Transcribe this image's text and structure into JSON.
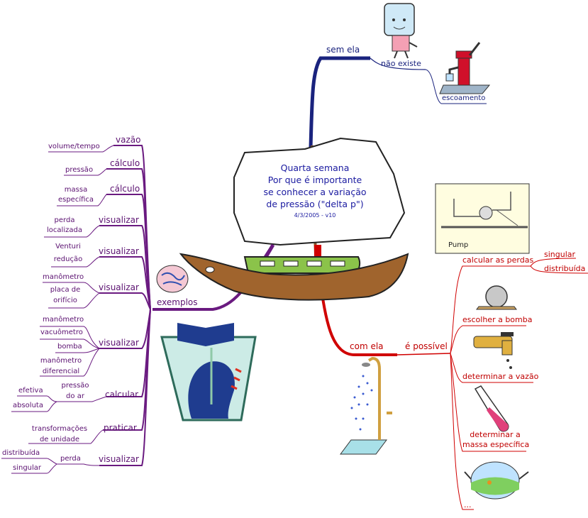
{
  "central": {
    "lines": [
      "Quarta semana",
      "Por que é importante",
      "se conhecer a variação",
      "de pressão (\"delta p\")"
    ],
    "version": "4/3/2005 - v10"
  },
  "sem_ela": {
    "label": "sem ela",
    "nao_existe": "não existe",
    "escoamento": "escoamento"
  },
  "com_ela": {
    "label": "com ela",
    "possivel": "é possível",
    "calcular_perdas": "calcular as perdas",
    "singular": "singular",
    "distribuida": "distribuída",
    "escolher_bomba": "escolher a bomba",
    "determinar_vazao": "determinar a vazão",
    "determinar_massa_1": "determinar a",
    "determinar_massa_2": "massa específica",
    "ellipsis": "...",
    "pump_label": "Pump"
  },
  "exemplos": {
    "label": "exemplos",
    "vazao": "vazão",
    "volume_tempo": "volume/tempo",
    "calculo_1": "cálculo",
    "pressao": "pressão",
    "calculo_2": "cálculo",
    "massa": "massa",
    "especifica": "específica",
    "visualizar_1": "visualizar",
    "perda": "perda",
    "localizada": "localizada",
    "visualizar_2": "visualizar",
    "venturi": "Venturi",
    "reducao": "redução",
    "visualizar_3": "visualizar",
    "manometro_1": "manômetro",
    "placa_de": "placa de",
    "orificio": "orifício",
    "visualizar_4": "visualizar",
    "manometro_2": "manômetro",
    "vacuometro": "vacuômetro",
    "bomba": "bomba",
    "manometro_dif_1": "manômetro",
    "manometro_dif_2": "diferencial",
    "calcular": "calcular",
    "pressao_do_ar_1": "pressão",
    "pressao_do_ar_2": "do ar",
    "efetiva": "efetiva",
    "absoluta": "absoluta",
    "praticar": "praticar",
    "transformacoes": "transformações",
    "de_unidade": "de unidade",
    "visualizar_5": "visualizar",
    "perda_2": "perda",
    "distribuida": "distribuída",
    "singular": "singular"
  },
  "colors": {
    "purple": "#6a1a80",
    "navy": "#1a237e",
    "red": "#d00000"
  }
}
